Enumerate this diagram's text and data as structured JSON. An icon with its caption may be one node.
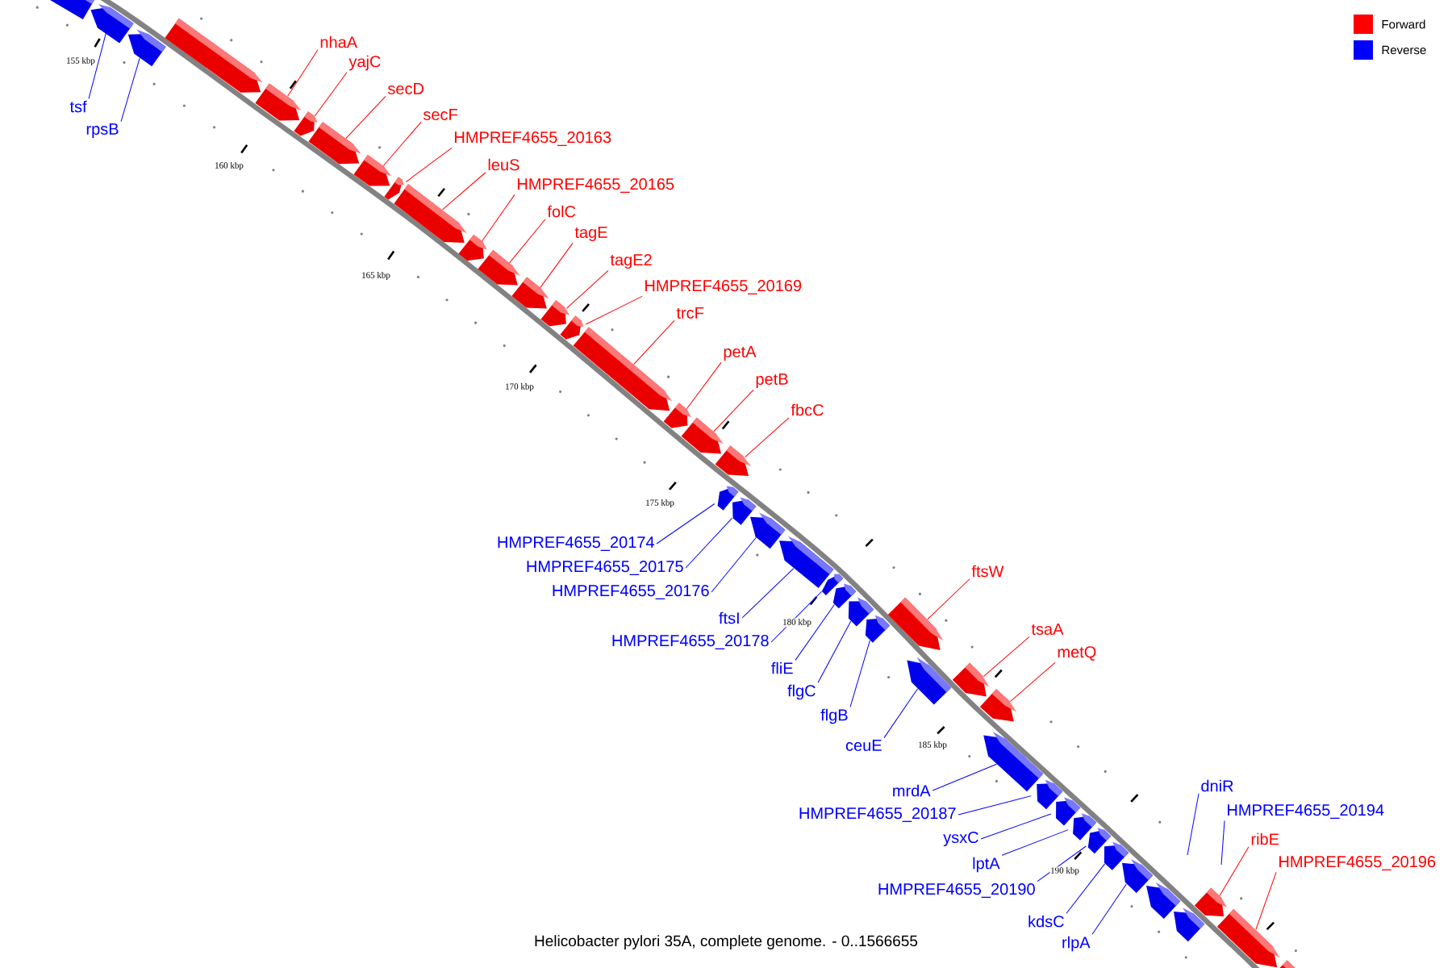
{
  "diagram": {
    "caption": "Helicobacter pylori 35A, complete genome. - 0..1566655",
    "nodes": [
      {
        "text": [
          "tsf"
        ]
      },
      {
        "text": [
          "rpsB"
        ]
      },
      {
        "text": [
          "nhaA"
        ]
      },
      {
        "text": [
          "yajC"
        ]
      },
      {
        "text": [
          "secD"
        ]
      },
      {
        "text": [
          "secF"
        ]
      },
      {
        "text": [
          "HMPREF4655_20163"
        ]
      },
      {
        "text": [
          "leuS"
        ]
      },
      {
        "text": [
          "HMPREF4655_20165"
        ]
      },
      {
        "text": [
          "folC"
        ]
      },
      {
        "text": [
          "tagE"
        ]
      },
      {
        "text": [
          "tagE2"
        ]
      },
      {
        "text": [
          "HMPREF4655_20169"
        ]
      },
      {
        "text": [
          "trcF"
        ]
      },
      {
        "text": [
          "petA"
        ]
      },
      {
        "text": [
          "petB"
        ]
      },
      {
        "text": [
          "fbcC"
        ]
      },
      {
        "text": [
          "HMPREF4655_20174"
        ]
      },
      {
        "text": [
          "HMPREF4655_20175"
        ]
      },
      {
        "text": [
          "HMPREF4655_20176"
        ]
      },
      {
        "text": [
          "ftsW"
        ]
      },
      {
        "text": [
          "ftsI"
        ]
      },
      {
        "text": [
          "HMPREF4655_20178"
        ]
      },
      {
        "text": [
          "tsaA"
        ]
      },
      {
        "text": [
          "metQ"
        ]
      },
      {
        "text": [
          "fliE"
        ]
      },
      {
        "text": [
          "flgC"
        ]
      },
      {
        "text": [
          "flgB"
        ]
      },
      {
        "text": [
          "ceuE"
        ]
      },
      {
        "text": [
          "dniR"
        ]
      },
      {
        "text": [
          "mrdA"
        ]
      },
      {
        "text": [
          "HMPREF4655_20194"
        ]
      },
      {
        "text": [
          "HMPREF4655_20187"
        ]
      },
      {
        "text": [
          "ysxC"
        ]
      },
      {
        "text": [
          "ribE"
        ]
      },
      {
        "text": [
          "lptA"
        ]
      },
      {
        "text": [
          "HMPREF4655_20196"
        ]
      },
      {
        "text": [
          "HMPREF4655_20190"
        ]
      },
      {
        "text": [
          "kdsC"
        ]
      },
      {
        "text": [
          "rlpA"
        ]
      },
      {
        "text": [],
        "shape": "arrow"
      },
      {
        "text": [],
        "shape": "arrow"
      },
      {
        "text": [],
        "shape": "arrow"
      },
      {
        "text": [],
        "shape": "arrow"
      },
      {
        "text": [],
        "shape": "arrow"
      },
      {
        "text": [],
        "shape": "arrow"
      },
      {
        "text": [],
        "shape": "arrow"
      },
      {
        "text": [],
        "shape": "arrow"
      },
      {
        "text": [],
        "shape": "arrow"
      },
      {
        "text": [],
        "shape": "arrow"
      },
      {
        "text": [],
        "shape": "arrow"
      },
      {
        "text": [],
        "shape": "arrow"
      },
      {
        "text": [],
        "shape": "arrow"
      },
      {
        "text": [],
        "shape": "arrow"
      },
      {
        "text": [],
        "shape": "arrow"
      },
      {
        "text": [],
        "shape": "arrow"
      },
      {
        "text": [],
        "shape": "arrow"
      },
      {
        "text": [],
        "shape": "arrow"
      },
      {
        "text": [],
        "shape": "arrow"
      },
      {
        "text": [],
        "shape": "arrow"
      },
      {
        "text": [],
        "shape": "arrow"
      },
      {
        "text": [],
        "shape": "arrow"
      },
      {
        "text": [],
        "shape": "arrow"
      },
      {
        "text": [],
        "shape": "arrow"
      },
      {
        "text": [],
        "shape": "arrow"
      },
      {
        "text": [],
        "shape": "arrow"
      },
      {
        "text": [],
        "shape": "arrow"
      },
      {
        "text": [],
        "shape": "arrow"
      },
      {
        "text": [],
        "shape": "arrow"
      },
      {
        "text": [],
        "shape": "arrow"
      },
      {
        "text": [],
        "shape": "arrow"
      },
      {
        "text": [],
        "shape": "arrow"
      },
      {
        "text": [],
        "shape": "arrow"
      },
      {
        "text": [],
        "shape": "arrow"
      },
      {
        "text": [],
        "shape": "arrow"
      },
      {
        "text": [],
        "shape": "arrow"
      },
      {
        "text": [],
        "shape": "arrow"
      },
      {
        "text": [],
        "shape": "arrow"
      },
      {
        "text": [],
        "shape": "arrow"
      },
      {
        "text": [],
        "shape": "arrow"
      },
      {
        "text": [],
        "shape": "arrow"
      },
      {
        "text": [],
        "shape": "arrow"
      },
      {
        "text": [],
        "shape": "arrow"
      }
    ],
    "edges": [
      {
        "from": 0,
        "to": 41,
        "arrow": "none",
        "color": "#0000ff"
      },
      {
        "from": 1,
        "to": 42,
        "arrow": "none",
        "color": "#0000ff"
      },
      {
        "from": 2,
        "to": 44,
        "arrow": "none",
        "color": "#ff0000"
      },
      {
        "from": 3,
        "to": 45,
        "arrow": "none",
        "color": "#ff0000"
      },
      {
        "from": 4,
        "to": 46,
        "arrow": "none",
        "color": "#ff0000"
      },
      {
        "from": 5,
        "to": 47,
        "arrow": "none",
        "color": "#ff0000"
      },
      {
        "from": 6,
        "to": 48,
        "arrow": "none",
        "color": "#ff0000"
      },
      {
        "from": 7,
        "to": 49,
        "arrow": "none",
        "color": "#ff0000"
      },
      {
        "from": 8,
        "to": 50,
        "arrow": "none",
        "color": "#ff0000"
      },
      {
        "from": 9,
        "to": 51,
        "arrow": "none",
        "color": "#ff0000"
      },
      {
        "from": 10,
        "to": 52,
        "arrow": "none",
        "color": "#ff0000"
      },
      {
        "from": 11,
        "to": 53,
        "arrow": "none",
        "color": "#ff0000"
      },
      {
        "from": 12,
        "to": 54,
        "arrow": "none",
        "color": "#ff0000"
      },
      {
        "from": 13,
        "to": 55,
        "arrow": "none",
        "color": "#ff0000"
      },
      {
        "from": 14,
        "to": 56,
        "arrow": "none",
        "color": "#ff0000"
      },
      {
        "from": 15,
        "to": 57,
        "arrow": "none",
        "color": "#ff0000"
      },
      {
        "from": 16,
        "to": 58,
        "arrow": "none",
        "color": "#ff0000"
      },
      {
        "from": 17,
        "to": 59,
        "arrow": "none",
        "color": "#0000ff"
      },
      {
        "from": 18,
        "to": 60,
        "arrow": "none",
        "color": "#0000ff"
      },
      {
        "from": 19,
        "to": 61,
        "arrow": "none",
        "color": "#0000ff"
      },
      {
        "from": 20,
        "to": 68,
        "arrow": "none",
        "color": "#ff0000"
      },
      {
        "from": 21,
        "to": 62,
        "arrow": "none",
        "color": "#0000ff"
      },
      {
        "from": 22,
        "to": 63,
        "arrow": "none",
        "color": "#0000ff"
      },
      {
        "from": 23,
        "to": 69,
        "arrow": "none",
        "color": "#ff0000"
      },
      {
        "from": 24,
        "to": 70,
        "arrow": "none",
        "color": "#ff0000"
      },
      {
        "from": 25,
        "to": 64,
        "arrow": "none",
        "color": "#0000ff"
      },
      {
        "from": 26,
        "to": 65,
        "arrow": "none",
        "color": "#0000ff"
      },
      {
        "from": 27,
        "to": 66,
        "arrow": "none",
        "color": "#0000ff"
      },
      {
        "from": 28,
        "to": 67,
        "arrow": "none",
        "color": "#0000ff"
      },
      {
        "from": 29,
        "to": null,
        "arrow": "none",
        "color": "#0000ff"
      },
      {
        "from": 30,
        "to": 71,
        "arrow": "none",
        "color": "#0000ff"
      },
      {
        "from": 31,
        "to": null,
        "arrow": "none",
        "color": "#0000ff"
      },
      {
        "from": 32,
        "to": 72,
        "arrow": "none",
        "color": "#0000ff"
      },
      {
        "from": 33,
        "to": 73,
        "arrow": "none",
        "color": "#0000ff"
      },
      {
        "from": 34,
        "to": 80,
        "arrow": "none",
        "color": "#ff0000"
      },
      {
        "from": 35,
        "to": 74,
        "arrow": "none",
        "color": "#0000ff"
      },
      {
        "from": 36,
        "to": 81,
        "arrow": "none",
        "color": "#ff0000"
      },
      {
        "from": 37,
        "to": 75,
        "arrow": "none",
        "color": "#0000ff"
      },
      {
        "from": 38,
        "to": 76,
        "arrow": "none",
        "color": "#0000ff"
      },
      {
        "from": 39,
        "to": 77,
        "arrow": "none",
        "color": "#0000ff"
      }
    ],
    "labels": [
      "155 kbp",
      "160 kbp",
      "165 kbp",
      "170 kbp",
      "175 kbp",
      "180 kbp",
      "185 kbp",
      "190 kbp"
    ],
    "legend": [
      {
        "text": "Forward",
        "color": "#ff0000"
      },
      {
        "text": "Reverse",
        "color": "#0000ff"
      }
    ]
  }
}
